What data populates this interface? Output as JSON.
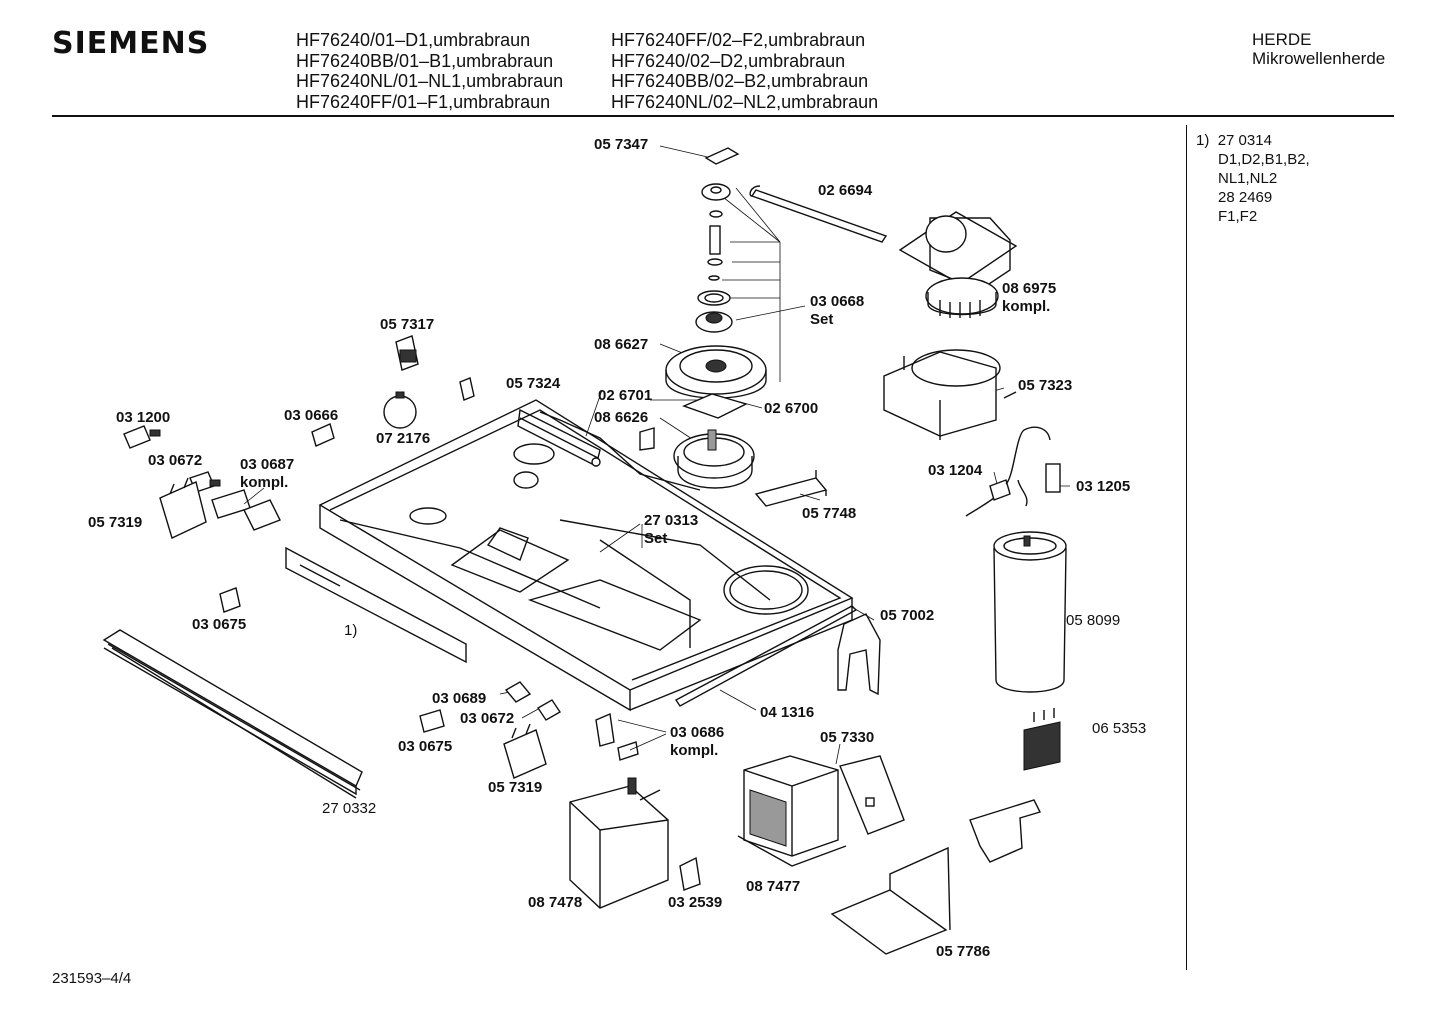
{
  "header": {
    "brand": "SIEMENS",
    "models_col1": [
      "HF76240/01–D1,umbrabraun",
      "HF76240BB/01–B1,umbrabraun",
      "HF76240NL/01–NL1,umbrabraun",
      "HF76240FF/01–F1,umbrabraun"
    ],
    "models_col2": [
      "HF76240FF/02–F2,umbrabraun",
      "HF76240/02–D2,umbrabraun",
      "HF76240BB/02–B2,umbrabraun",
      "HF76240NL/02–NL2,umbrabraun"
    ],
    "category": "HERDE",
    "subcategory": "Mikrowellenherde"
  },
  "note": {
    "marker": "1)",
    "lines": [
      "27 0314",
      "D1,D2,B1,B2,",
      "NL1,NL2",
      "28 2469",
      "F1,F2"
    ]
  },
  "parts": {
    "p057347": "05 7347",
    "p026694": "02 6694",
    "p086975": "08 6975",
    "kompl_1": "kompl.",
    "p030668": "03 0668",
    "set_1": "Set",
    "p086627": "08 6627",
    "p057317": "05 7317",
    "p057324": "05 7324",
    "p057323": "05 7323",
    "p026701": "02 6701",
    "p026700": "02 6700",
    "p086626": "08 6626",
    "p031200": "03 1200",
    "p030666": "03 0666",
    "p072176": "07 2176",
    "p030672a": "03 0672",
    "p030687": "03 0687",
    "kompl_2": "kompl.",
    "p031204": "03 1204",
    "p031205": "03 1205",
    "p057319a": "05 7319",
    "p270313": "27 0313",
    "set_2": "Set",
    "p057748": "05 7748",
    "p030675a": "03 0675",
    "p057002": "05 7002",
    "p058099": "05 8099",
    "ref1": "1)",
    "p030689": "03 0689",
    "p030672b": "03 0672",
    "p041316": "04 1316",
    "p030686": "03 0686",
    "kompl_3": "kompl.",
    "p057330": "05 7330",
    "p065353": "06 5353",
    "p030675b": "03 0675",
    "p057319b": "05 7319",
    "p270332": "27 0332",
    "p087477": "08 7477",
    "p087478": "08 7478",
    "p032539": "03 2539",
    "p057786": "05 7786"
  },
  "footer": {
    "drawing_id": "231593–4/4"
  }
}
